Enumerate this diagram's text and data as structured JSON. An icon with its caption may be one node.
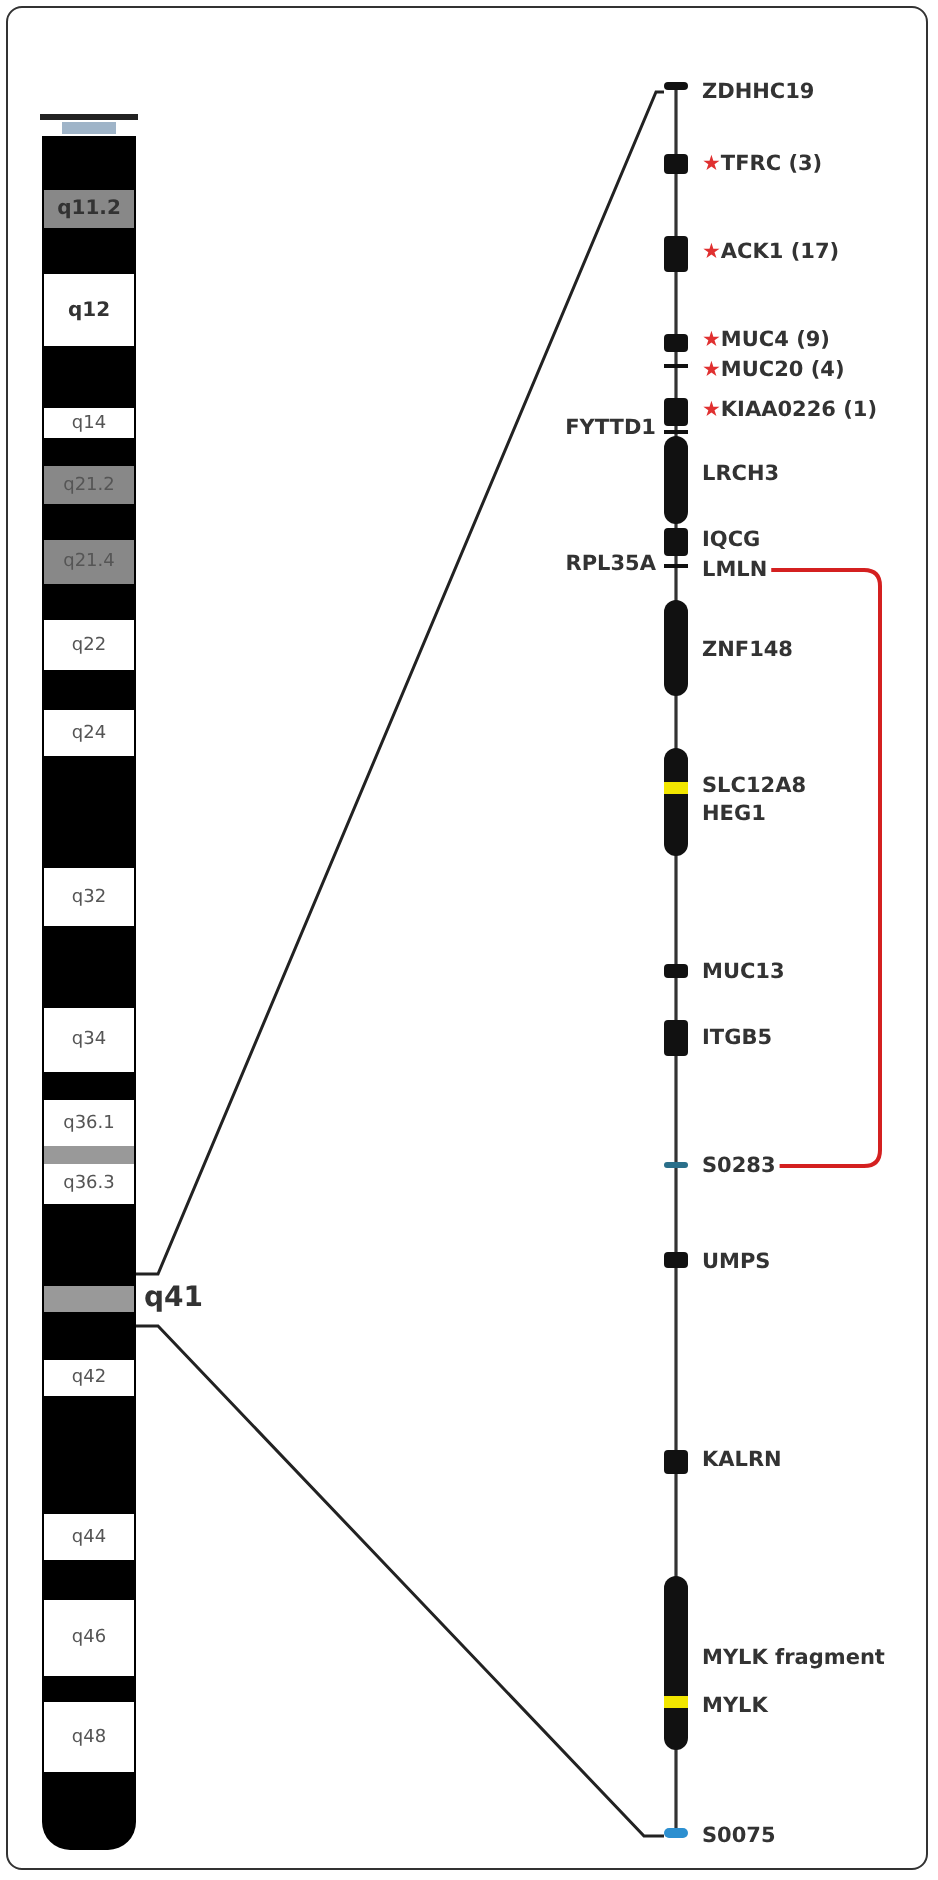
{
  "diagram": {
    "nodes": [
      {
        "text": [
          "q11.2"
        ]
      },
      {
        "text": [
          "q12"
        ]
      },
      {
        "text": [
          "q14"
        ]
      },
      {
        "text": [
          "q21.2"
        ]
      },
      {
        "text": [
          "q21.4"
        ]
      },
      {
        "text": [
          "q22"
        ]
      },
      {
        "text": [
          "q24"
        ]
      },
      {
        "text": [
          "q32"
        ]
      },
      {
        "text": [
          "q34"
        ]
      },
      {
        "text": [
          "q36.1"
        ]
      },
      {
        "text": [
          "q36.3"
        ]
      },
      {
        "text": [
          "q41"
        ]
      },
      {
        "text": [
          "q42"
        ]
      },
      {
        "text": [
          "q44"
        ]
      },
      {
        "text": [
          "q46"
        ]
      },
      {
        "text": [
          "q48"
        ]
      },
      {
        "text": [
          "ZDHHC19"
        ]
      },
      {
        "text": [
          "LMLN"
        ]
      },
      {
        "text": [
          "S0283"
        ]
      },
      {
        "text": [
          "S0075"
        ]
      }
    ],
    "edges": [
      {
        "from": 11,
        "to": 16,
        "arrow": "none"
      },
      {
        "from": 11,
        "to": 19,
        "arrow": "none"
      },
      {
        "from": 17,
        "to": 18,
        "arrow": "none",
        "color": "#d42020"
      }
    ],
    "labels": [
      "★TFRC (3)",
      "★ACK1 (17)",
      "★MUC4 (9)",
      "★MUC20 (4)",
      "★KIAA0226 (1)",
      "FYTTD1",
      "LRCH3",
      "IQCG",
      "RPL35A",
      "ZNF148",
      "SLC12A8",
      "HEG1",
      "MUC13",
      "ITGB5",
      "UMPS",
      "KALRN",
      "MYLK fragment",
      "MYLK"
    ]
  }
}
